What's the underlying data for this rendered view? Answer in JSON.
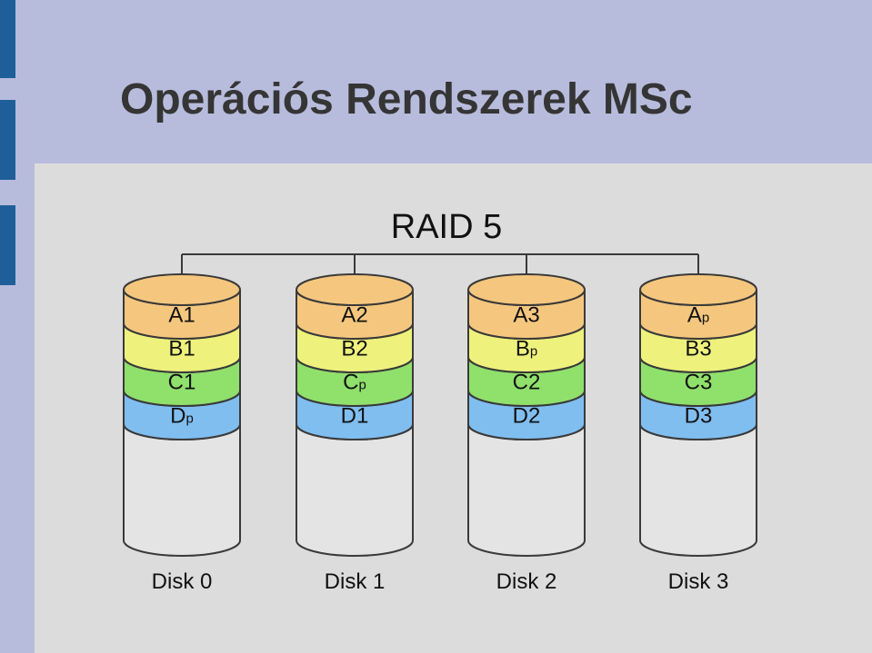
{
  "slide": {
    "title": "Operációs Rendszerek MSc"
  },
  "diagram": {
    "title": "RAID 5",
    "disks": [
      {
        "label": "Disk 0",
        "blocks": [
          {
            "main": "A1",
            "sub": ""
          },
          {
            "main": "B1",
            "sub": ""
          },
          {
            "main": "C1",
            "sub": ""
          },
          {
            "main": "D",
            "sub": "p"
          }
        ]
      },
      {
        "label": "Disk 1",
        "blocks": [
          {
            "main": "A2",
            "sub": ""
          },
          {
            "main": "B2",
            "sub": ""
          },
          {
            "main": "C",
            "sub": "p"
          },
          {
            "main": "D1",
            "sub": ""
          }
        ]
      },
      {
        "label": "Disk 2",
        "blocks": [
          {
            "main": "A3",
            "sub": ""
          },
          {
            "main": "B",
            "sub": "p"
          },
          {
            "main": "C2",
            "sub": ""
          },
          {
            "main": "D2",
            "sub": ""
          }
        ]
      },
      {
        "label": "Disk 3",
        "blocks": [
          {
            "main": "A",
            "sub": "p"
          },
          {
            "main": "B3",
            "sub": ""
          },
          {
            "main": "C3",
            "sub": ""
          },
          {
            "main": "D3",
            "sub": ""
          }
        ]
      }
    ],
    "stripe_colors": [
      "#f5c77e",
      "#eef27c",
      "#90e06c",
      "#80bef0"
    ],
    "disk_body_color": "#e4e4e4",
    "outline_color": "#3a3a3a"
  }
}
